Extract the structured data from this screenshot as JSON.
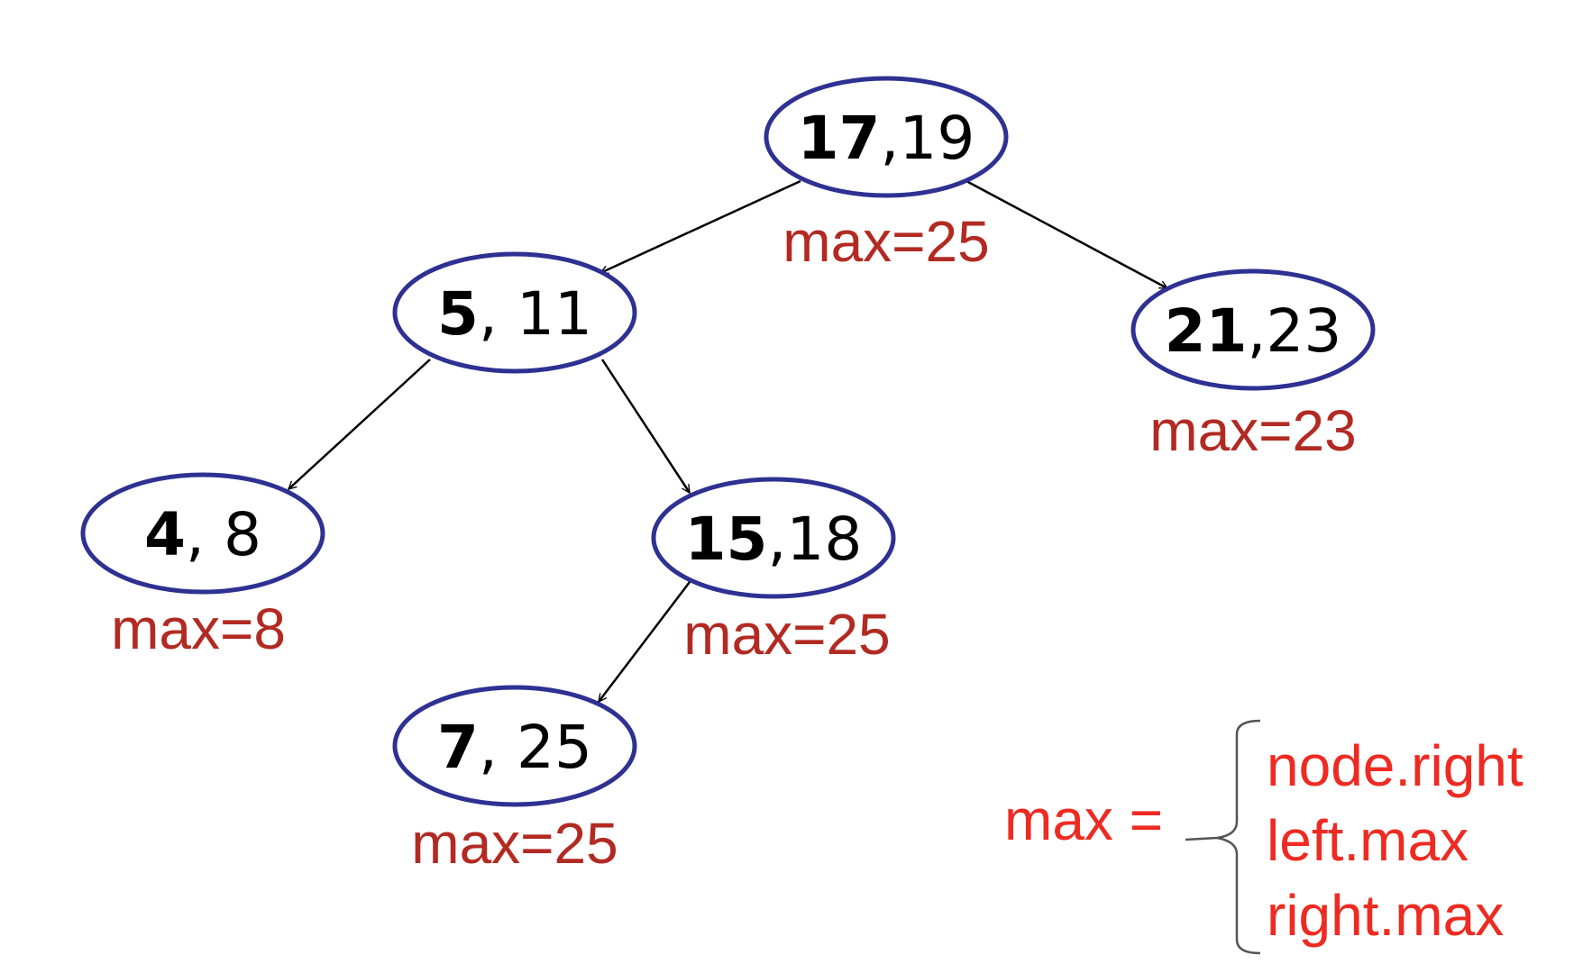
{
  "tree": {
    "nodes": [
      {
        "id": "root",
        "low": "17",
        "sep": ",",
        "high": "19",
        "max_label": "max=25"
      },
      {
        "id": "n5",
        "low": "5",
        "sep": ", ",
        "high": "11",
        "max_label": ""
      },
      {
        "id": "n21",
        "low": "21",
        "sep": ",",
        "high": "23",
        "max_label": "max=23"
      },
      {
        "id": "n4",
        "low": "4",
        "sep": ", ",
        "high": "8",
        "max_label": "max=8"
      },
      {
        "id": "n15",
        "low": "15",
        "sep": ",",
        "high": "18",
        "max_label": "max=25"
      },
      {
        "id": "n7",
        "low": "7",
        "sep": ", ",
        "high": "25",
        "max_label": "max=25"
      }
    ],
    "edges": [
      {
        "from": "root",
        "to": "n5"
      },
      {
        "from": "root",
        "to": "n21"
      },
      {
        "from": "n5",
        "to": "n4"
      },
      {
        "from": "n5",
        "to": "n15"
      },
      {
        "from": "n15",
        "to": "n7"
      }
    ]
  },
  "formula": {
    "lhs": "max =",
    "cases": [
      "node.right",
      "left.max",
      "right.max"
    ]
  },
  "colors": {
    "node_border": "#2e3192",
    "max_label": "#b22a22",
    "formula": "#ee2b22"
  }
}
